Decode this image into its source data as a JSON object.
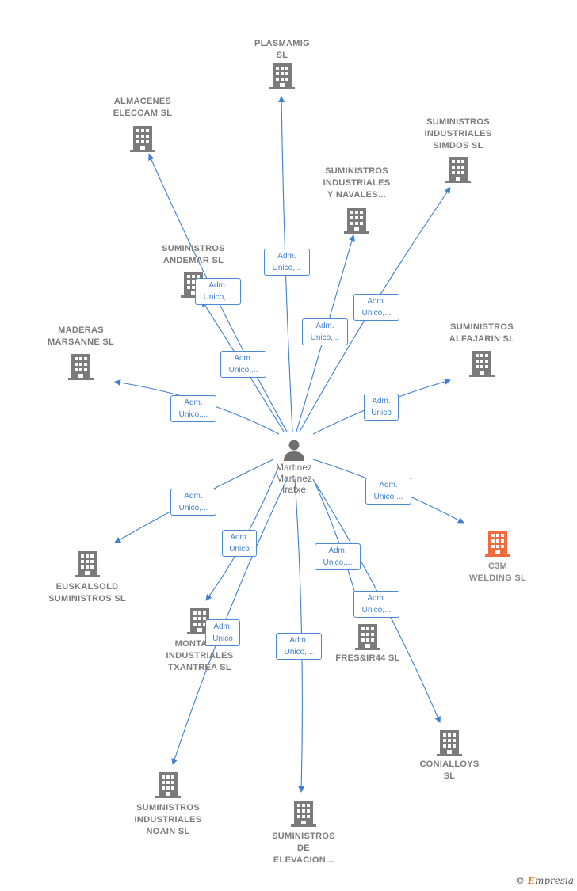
{
  "center": {
    "name": "Martinez\nMartinez\nIratxe"
  },
  "companies": [
    {
      "id": "plasmamig",
      "label": "PLASMAMIG\nSL"
    },
    {
      "id": "almacenes",
      "label": "ALMACENES\nELECCAM  SL"
    },
    {
      "id": "simdos",
      "label": "SUMINISTROS\nINDUSTRIALES\nSIMDOS  SL"
    },
    {
      "id": "navales",
      "label": "SUMINISTROS\nINDUSTRIALES\nY NAVALES..."
    },
    {
      "id": "andemar",
      "label": "SUMINISTROS\nANDEMAR  SL"
    },
    {
      "id": "maderas",
      "label": "MADERAS\nMARSANNE  SL"
    },
    {
      "id": "alfajarin",
      "label": "SUMINISTROS\nALFAJARIN SL"
    },
    {
      "id": "c3m",
      "label": "C3M\nWELDING  SL"
    },
    {
      "id": "euskalsold",
      "label": "EUSKALSOLD\nSUMINISTROS SL"
    },
    {
      "id": "txantrea",
      "label": "MONTAJES\nINDUSTRIALES\nTXANTREA SL"
    },
    {
      "id": "fresir",
      "label": "FRES&IR44  SL"
    },
    {
      "id": "conialloys",
      "label": "CONIALLOYS\nSL"
    },
    {
      "id": "noain",
      "label": "SUMINISTROS\nINDUSTRIALES\nNOAIN SL"
    },
    {
      "id": "elevacion",
      "label": "SUMINISTROS\nDE\nELEVACION..."
    }
  ],
  "edge_labels": [
    "Adm.\nUnico,...",
    "Adm.\nUnico,...",
    "Adm.\nUnico,...",
    "Adm.\nUnico,...",
    "Adm.\nUnico,...",
    "Adm.\nUnico,...",
    "Adm.\nUnico",
    "Adm.\nUnico,...",
    "Adm.\nUnico,...",
    "Adm.\nUnico",
    "Adm.\nUnico,...",
    "Adm.\nUnico,...",
    "Adm.\nUnico",
    "Adm.\nUnico,..."
  ],
  "colors": {
    "edge": "#3f7fcf",
    "building": "#7b7b7b",
    "highlight": "#f26a3d",
    "person": "#707070"
  },
  "brand": {
    "symbol": "©",
    "initial": "E",
    "rest": "mpresia"
  }
}
